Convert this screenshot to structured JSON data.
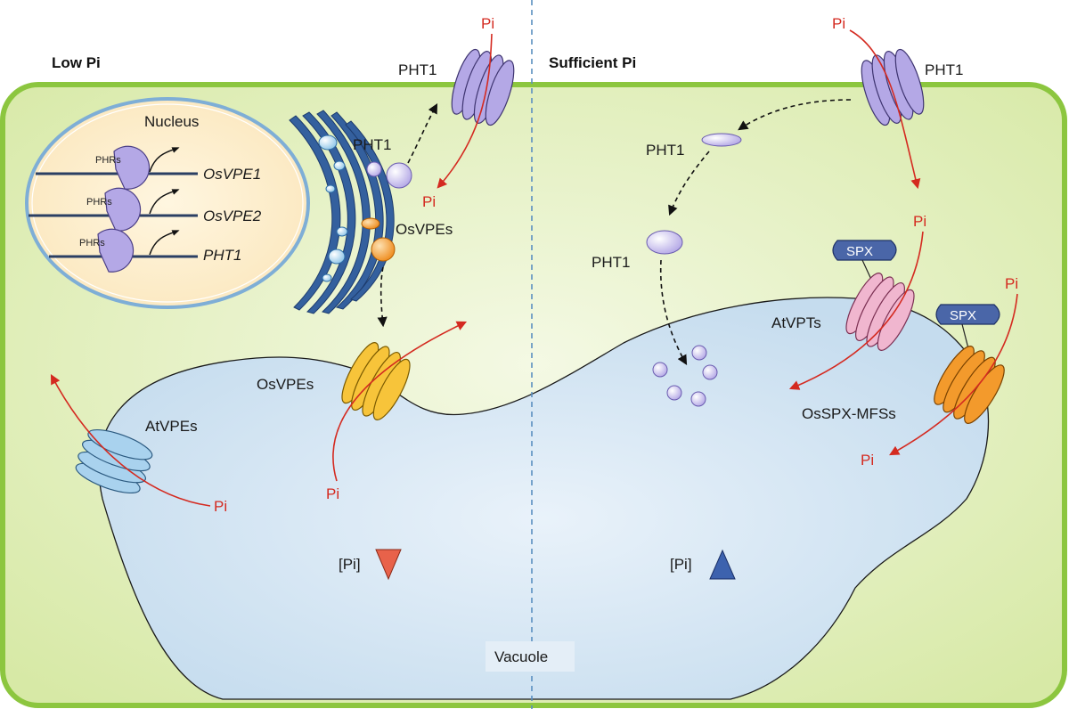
{
  "panels": {
    "left_title": "Low Pi",
    "right_title": "Sufficient Pi"
  },
  "nucleus": {
    "title": "Nucleus",
    "genes": [
      {
        "tf": "PHRs",
        "gene": "OsVPE1"
      },
      {
        "tf": "PHRs",
        "gene": "OsVPE2"
      },
      {
        "tf": "PHRs",
        "gene": "PHT1"
      }
    ]
  },
  "labels": {
    "pht1_membrane_left": "PHT1",
    "pht1_vesicles_left": "PHT1",
    "osvpes_vesicles": "OsVPEs",
    "osvpes_transporter": "OsVPEs",
    "atvpes_transporter": "AtVPEs",
    "pht1_membrane_right": "PHT1",
    "pht1_endocytosed_1": "PHT1",
    "pht1_endocytosed_2": "PHT1",
    "atvpts": "AtVPTs",
    "osspx_mfss": "OsSPX-MFSs",
    "spx_1": "SPX",
    "spx_2": "SPX",
    "vacuole": "Vacuole",
    "pi_conc_low": "[Pi]",
    "pi_conc_high": "[Pi]"
  },
  "pi": {
    "pht1_left_in": "Pi",
    "pht1_left_out": "Pi",
    "osvpes_in": "Pi",
    "atvpes_in": "Pi",
    "pht1_right_in": "Pi",
    "atvpts_in": "Pi",
    "osspx_in": "Pi",
    "osspx_out": "Pi"
  },
  "colors": {
    "cell_border": "#8cc63f",
    "cytoplasm": "#dcecae",
    "vacuole": "#d4e6f4",
    "pht1": "#b4a8e6",
    "osvpes": "#f7c43a",
    "atvpes": "#a9d2ee",
    "atvpts": "#f0b6cf",
    "osspx_mfss": "#f39a2c",
    "spx": "#4a66a8",
    "pi_arrow": "#d42a20",
    "decrease_triangle": "#e8624a",
    "increase_triangle": "#3d62ae",
    "er_golgi": "#34609e"
  }
}
